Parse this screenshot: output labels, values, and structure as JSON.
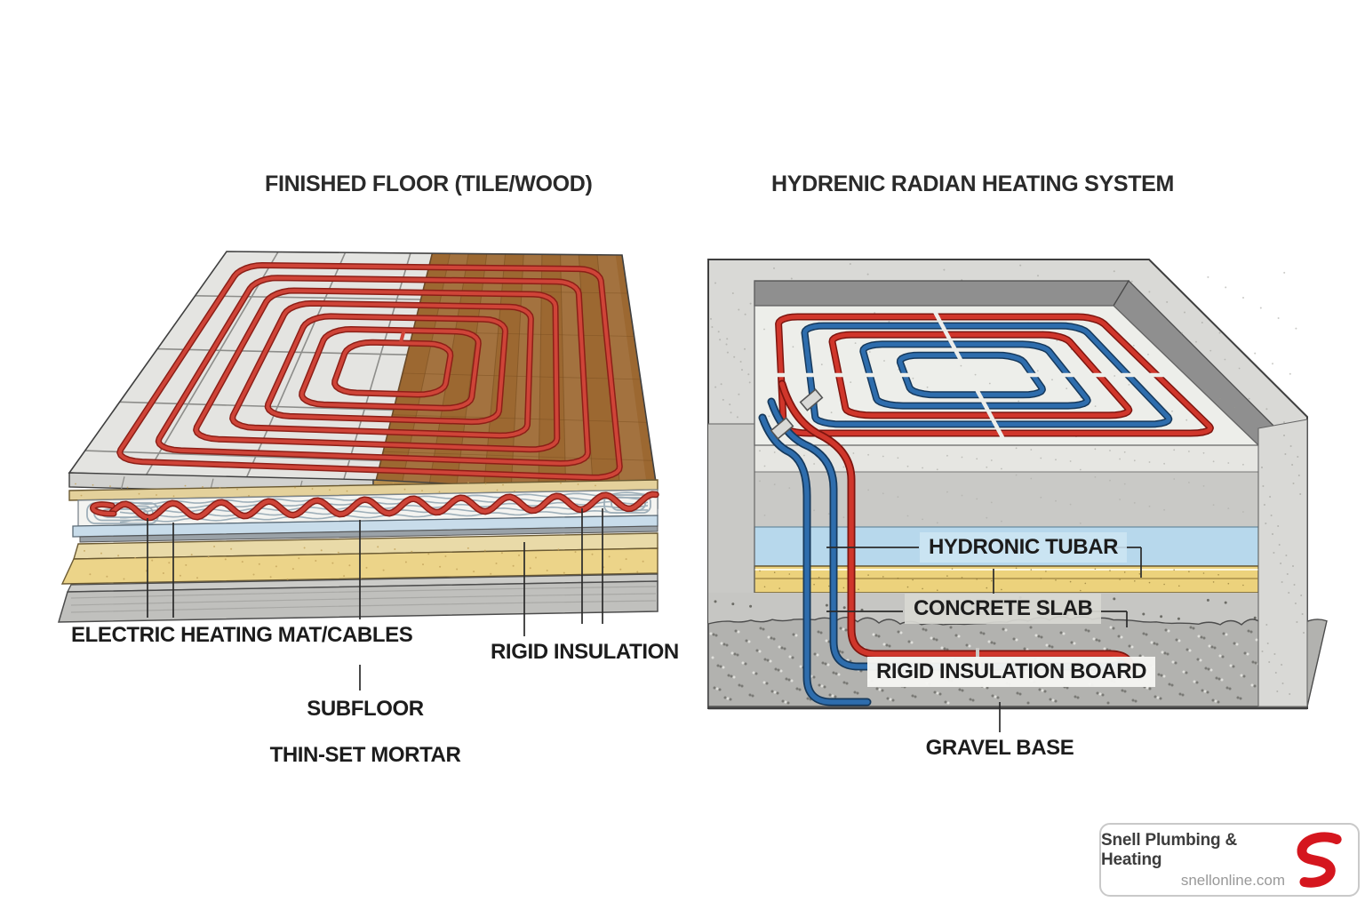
{
  "left_panel": {
    "title": "FINISHED FLOOR (TILE/WOOD)",
    "labels": {
      "electric": "ELECTRIC HEATING MAT/CABLES",
      "rigid": "RIGID INSULATION",
      "subfloor": "SUBFLOOR",
      "thinset": "THIN-SET MORTAR"
    }
  },
  "right_panel": {
    "title": "HYDRENIC RADIAN HEATING SYSTEM",
    "labels": {
      "hydronic": "HYDRONIC TUBAR",
      "concrete": "CONCRETE SLAB",
      "rigid_board": "RIGID INSULATION BOARD",
      "gravel": "GRAVEL BASE"
    }
  },
  "badge": {
    "company": "Snell Plumbing & Heating",
    "website": "snellonline.com",
    "logo_letter": "S",
    "logo_color": "#d5161e"
  },
  "colors": {
    "cable_red": "#cf4438",
    "cable_red_dark": "#8c1f17",
    "pipe_red": "#d0362b",
    "pipe_red_dark": "#7e150f",
    "pipe_blue": "#2e6dad",
    "pipe_blue_dark": "#16395c",
    "tile": "#e4e4e1",
    "tile_side": "#d2d2cf",
    "grout": "#8d8d8a",
    "wood": "#9c6831",
    "wood_dark": "#7a4e1f",
    "wood_side": "#b8904f",
    "thinset_tan": "#e4d19b",
    "mat_white": "#f4f4f1",
    "mat_line": "#9fb0ba",
    "foam_blue": "#c8dcea",
    "foam_edge": "#9aa2a8",
    "subfloor_yellow": "#ecd489",
    "subfloor_top": "#e9daa8",
    "sand": "#c2a159",
    "base_gray": "#c0c0bd",
    "base_top": "#ccccc9",
    "concrete": "#d9d9d6",
    "concrete_speck": "#96968f",
    "band_dark": "#8f8f8f",
    "floor_light": "#edeeea",
    "slab_face": "#e6e6e2",
    "mid_gray": "#c9c9c6",
    "ins_blue": "#b7d8ec",
    "slab_yellow": "#ecd27c",
    "low_concrete": "#c6c6c3",
    "gravel": "#b2b2af",
    "gravel_dot": "#6e6e6b",
    "outline": "#3f3f3f",
    "leader": "#2a2a2a"
  }
}
